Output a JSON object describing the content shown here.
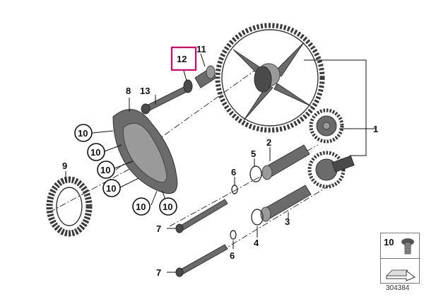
{
  "callouts": {
    "c1": "1",
    "c2": "2",
    "c3": "3",
    "c4": "4",
    "c5": "5",
    "c6a": "6",
    "c6b": "6",
    "c7a": "7",
    "c7b": "7",
    "c8": "8",
    "c9": "9",
    "c10a": "10",
    "c10b": "10",
    "c10c": "10",
    "c10d": "10",
    "c10e": "10",
    "c10f": "10",
    "c11": "11",
    "c12": "12",
    "c13": "13"
  },
  "highlight_color": "#e0006e",
  "legend": {
    "number": "10",
    "icon": "bolt-icon"
  },
  "reference_number": "304384"
}
